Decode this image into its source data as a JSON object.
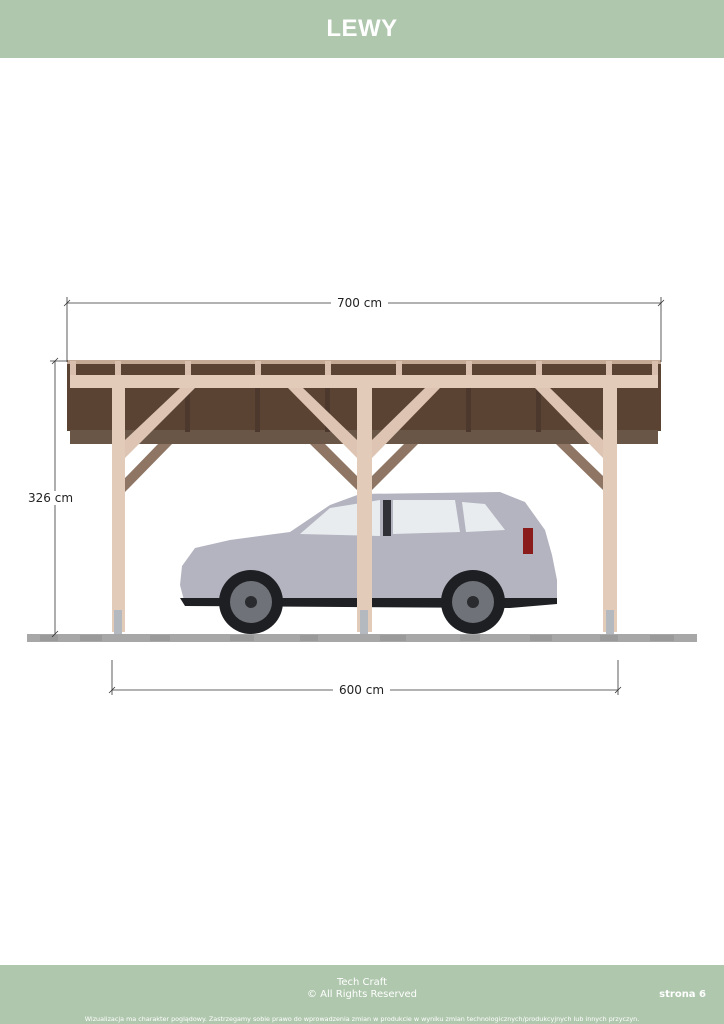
{
  "header": {
    "title": "LEWY"
  },
  "drawing": {
    "view": "left side elevation",
    "subject": "wooden carport with SUV",
    "dimensions": {
      "total_width": "700 cm",
      "height": "326 cm",
      "post_spacing": "600 cm"
    }
  },
  "footer": {
    "brand_line1": "Tech Craft",
    "brand_line2": "© All Rights Reserved",
    "page_label": "strona 6",
    "disclaimer": "Wizualizacja ma charakter poglądowy. Zastrzegamy sobie prawo do wprowadzenia zmian w produkcie w wyniku zmian technologicznych/produkcyjnych lub innych przyczyn."
  },
  "colors": {
    "band": "#afc7ad",
    "wood_light": "#e3cbb9",
    "wood_dark": "#5b4334",
    "ground": "#a9a9a9",
    "car_body": "#b3b4c0"
  }
}
